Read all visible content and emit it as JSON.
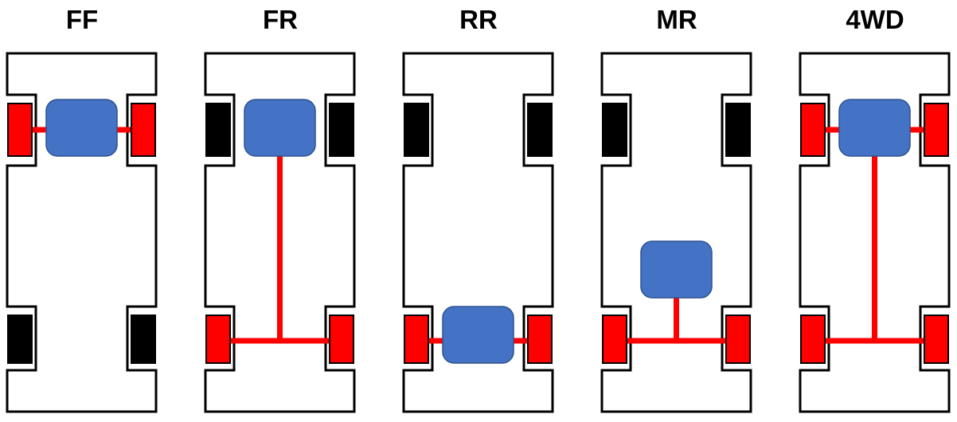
{
  "layouts": [
    {
      "title": "FF",
      "engine": "front",
      "drive": "front"
    },
    {
      "title": "FR",
      "engine": "front",
      "drive": "rear"
    },
    {
      "title": "RR",
      "engine": "rear",
      "drive": "rear"
    },
    {
      "title": "MR",
      "engine": "mid",
      "drive": "rear"
    },
    {
      "title": "4WD",
      "engine": "front",
      "drive": "all"
    }
  ],
  "colors": {
    "driven_wheel": "#ff0000",
    "idle_wheel": "#000000",
    "engine": "#4472c4",
    "drivetrain": "#ff0000",
    "chassis_stroke": "#000000"
  }
}
